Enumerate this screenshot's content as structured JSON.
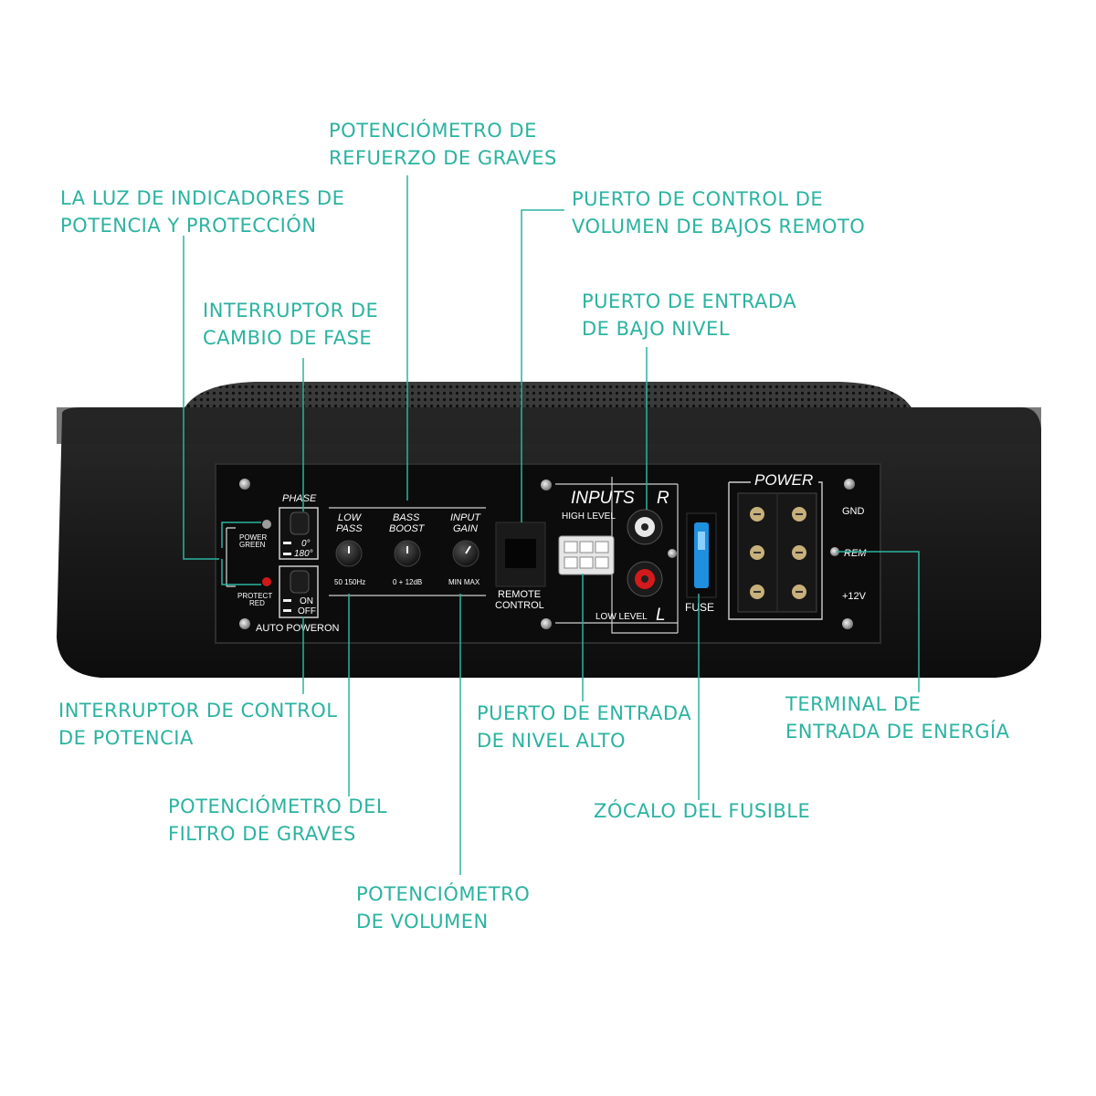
{
  "accent_color": "#2bb3a0",
  "callouts": {
    "bass_boost": {
      "line1": "POTENCIÓMETRO DE",
      "line2": "REFUERZO DE GRAVES"
    },
    "power_led": {
      "line1": "LA LUZ DE INDICADORES DE",
      "line2": "POTENCIA Y PROTECCIÓN"
    },
    "remote_port": {
      "line1": "PUERTO DE CONTROL DE",
      "line2": "VOLUMEN DE BAJOS REMOTO"
    },
    "phase_switch": {
      "line1": "INTERRUPTOR DE",
      "line2": "CAMBIO DE FASE"
    },
    "low_input": {
      "line1": "PUERTO DE ENTRADA",
      "line2": "DE BAJO NIVEL"
    },
    "power_switch": {
      "line1": "INTERRUPTOR DE CONTROL",
      "line2": "DE POTENCIA"
    },
    "high_input": {
      "line1": "PUERTO DE ENTRADA",
      "line2": "DE NIVEL ALTO"
    },
    "power_term": {
      "line1": "TERMINAL DE",
      "line2": "ENTRADA DE ENERGÍA"
    },
    "low_pass": {
      "line1": "POTENCIÓMETRO DEL",
      "line2": "FILTRO DE GRAVES"
    },
    "fuse": {
      "line1": "ZÓCALO DEL FUSIBLE"
    },
    "volume": {
      "line1": "POTENCIÓMETRO",
      "line2": "DE VOLUMEN"
    }
  },
  "panel": {
    "phase": "PHASE",
    "phase_0": "0°",
    "phase_180": "180°",
    "power_green_1": "POWER",
    "power_green_2": "GREEN",
    "protect_red_1": "PROTECT",
    "protect_red_2": "RED",
    "on": "ON",
    "off": "OFF",
    "auto_poweron": "AUTO POWERON",
    "low_pass_1": "LOW",
    "low_pass_2": "PASS",
    "low_pass_range": "50  150Hz",
    "bass_boost_1": "BASS",
    "bass_boost_2": "BOOST",
    "bass_boost_range": "0  + 12dB",
    "input_gain_1": "INPUT",
    "input_gain_2": "GAIN",
    "input_gain_range": "MIN  MAX",
    "remote_1": "REMOTE",
    "remote_2": "CONTROL",
    "inputs": "INPUTS",
    "r": "R",
    "l": "L",
    "high_level": "HIGH LEVEL",
    "low_level": "LOW LEVEL",
    "fuse": "FUSE",
    "power": "POWER",
    "gnd": "GND",
    "rem": "REM",
    "v12": "+12V"
  }
}
